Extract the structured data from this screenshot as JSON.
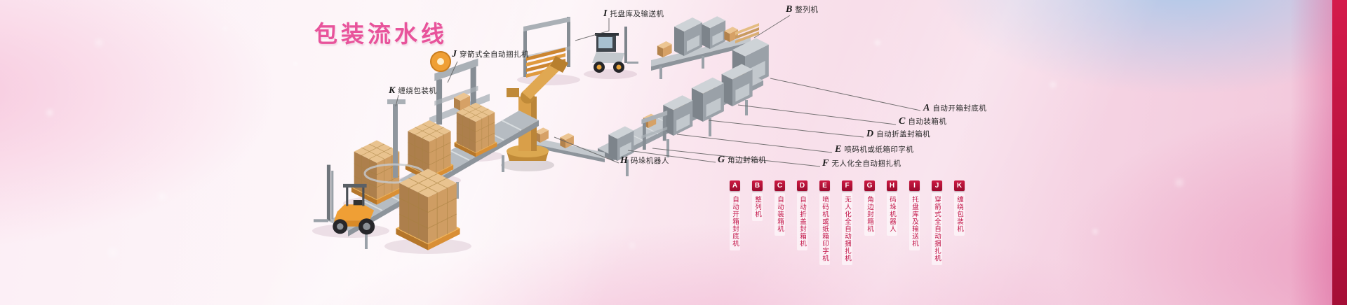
{
  "title": "包装流水线",
  "machines": [
    {
      "letter": "A",
      "label": "自动开箱封底机"
    },
    {
      "letter": "B",
      "label": "整列机"
    },
    {
      "letter": "C",
      "label": "自动装箱机"
    },
    {
      "letter": "D",
      "label": "自动折盖封箱机"
    },
    {
      "letter": "E",
      "label": "喷码机或纸箱印字机"
    },
    {
      "letter": "F",
      "label": "无人化全自动捆扎机"
    },
    {
      "letter": "G",
      "label": "角边封箱机"
    },
    {
      "letter": "H",
      "label": "码垛机器人"
    },
    {
      "letter": "I",
      "label": "托盘库及输送机"
    },
    {
      "letter": "J",
      "label": "穿箭式全自动捆扎机"
    },
    {
      "letter": "K",
      "label": "缠绕包装机"
    }
  ],
  "colors": {
    "title_pink": "#e8539b",
    "badge_red": "#b01030",
    "legend_text_red": "#c21347",
    "edge_strip_red": "#c01545"
  }
}
